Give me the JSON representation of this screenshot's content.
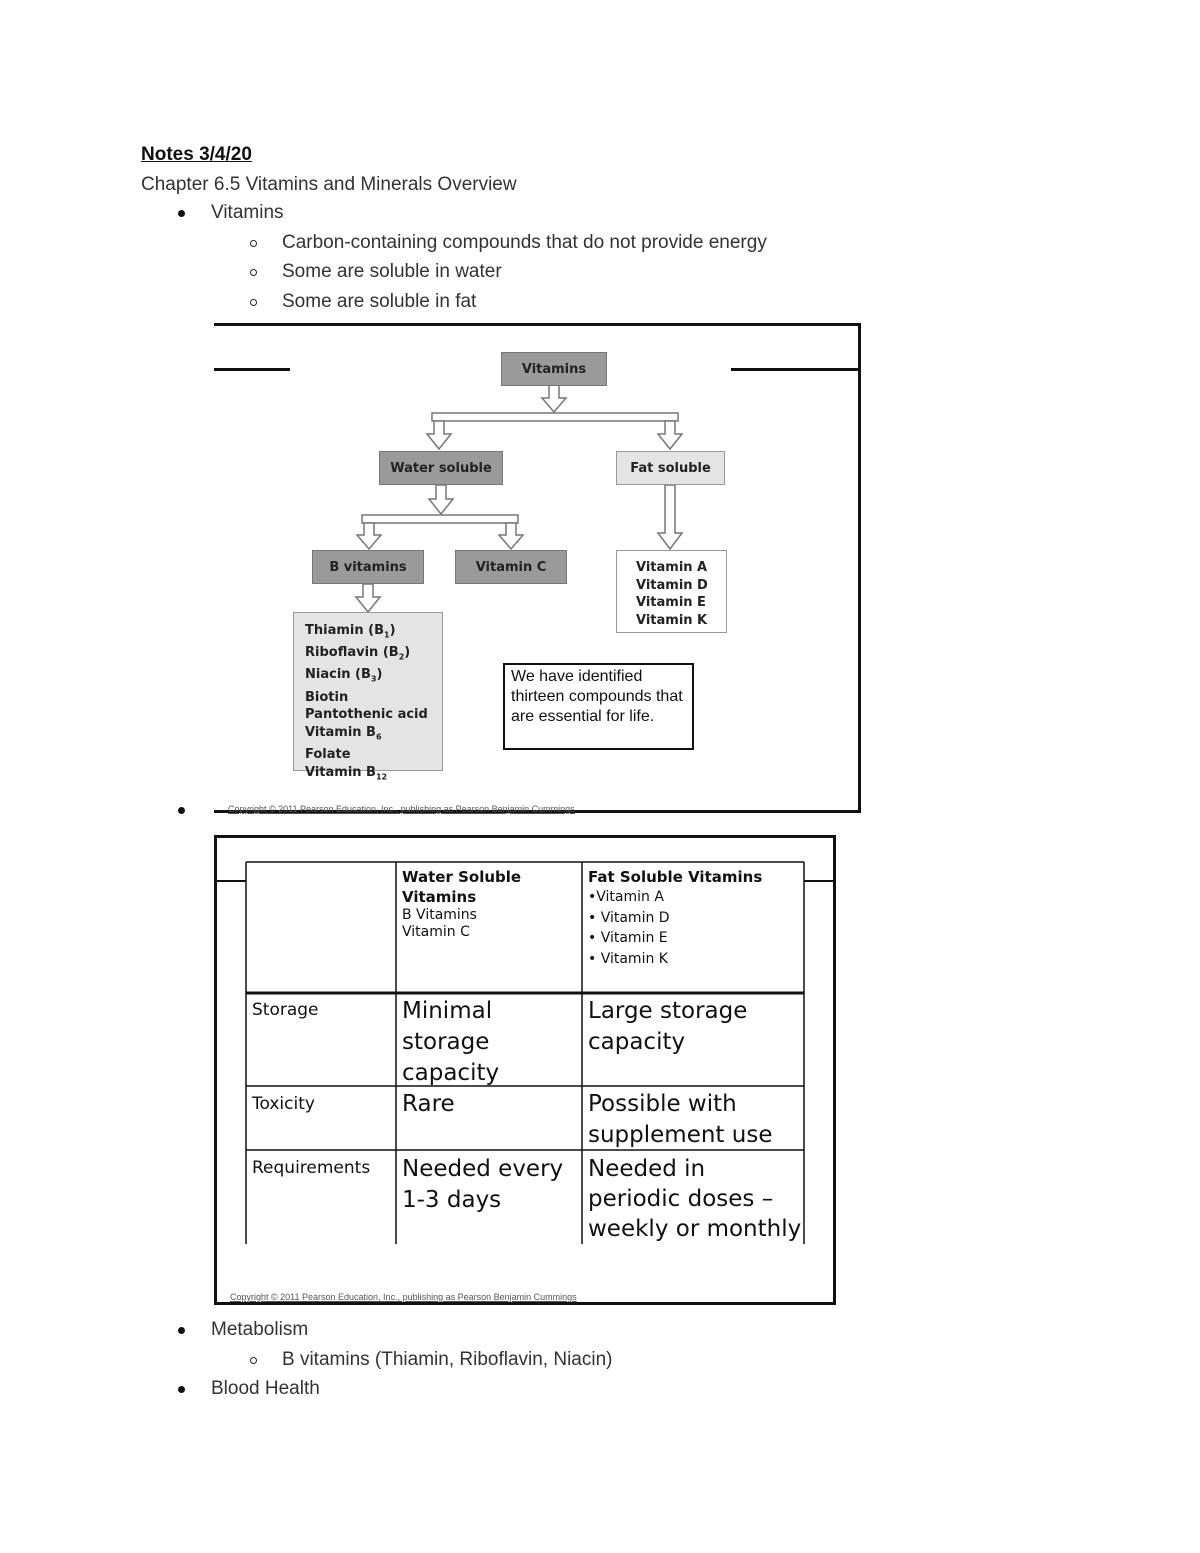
{
  "notes_title": "Notes 3/4/20",
  "chapter": "Chapter 6.5 Vitamins and Minerals Overview",
  "vitamins_bullet": "Vitamins",
  "vitamins_subs": [
    "Carbon-containing compounds that do not provide energy",
    "Some are soluble in water",
    "Some are soluble in fat"
  ],
  "flowchart": {
    "root": "Vitamins",
    "water": "Water soluble",
    "fat": "Fat soluble",
    "b_vitamins": "B vitamins",
    "vitamin_c": "Vitamin C",
    "b_list": [
      "Thiamin (B1)",
      "Riboflavin (B2)",
      "Niacin (B3)",
      "Biotin",
      "Pantothenic acid",
      "Vitamin B6",
      "Folate",
      "Vitamin B12"
    ],
    "fat_list": [
      "Vitamin A",
      "Vitamin D",
      "Vitamin E",
      "Vitamin K"
    ],
    "note_lines": [
      "We have identified",
      "thirteen compounds that",
      "are essential for life."
    ],
    "copyright": "Copyright © 2011 Pearson Education, Inc., publishing as Pearson Benjamin Cummings"
  },
  "table": {
    "col1_title": "Water Soluble Vitamins",
    "col1_items": [
      "B Vitamins",
      "Vitamin C"
    ],
    "col2_title": "Fat Soluble Vitamins",
    "col2_items": [
      "•Vitamin  A",
      "• Vitamin  D",
      "• Vitamin  E",
      "• Vitamin  K"
    ],
    "rows": [
      {
        "label": "Storage",
        "water": "Minimal storage capacity",
        "fat": "Large storage capacity"
      },
      {
        "label": "Toxicity",
        "water": "Rare",
        "fat": "Possible with supplement use"
      },
      {
        "label": "Requirements",
        "water": "Needed every 1-3 days",
        "fat": "Needed in periodic doses – weekly or monthly"
      }
    ],
    "copyright": "Copyright © 2011 Pearson Education, Inc., publishing as Pearson Benjamin Cummings"
  },
  "metabolism": "Metabolism",
  "metabolism_sub": "B vitamins (Thiamin, Riboflavin, Niacin)",
  "blood_health": "Blood Health"
}
